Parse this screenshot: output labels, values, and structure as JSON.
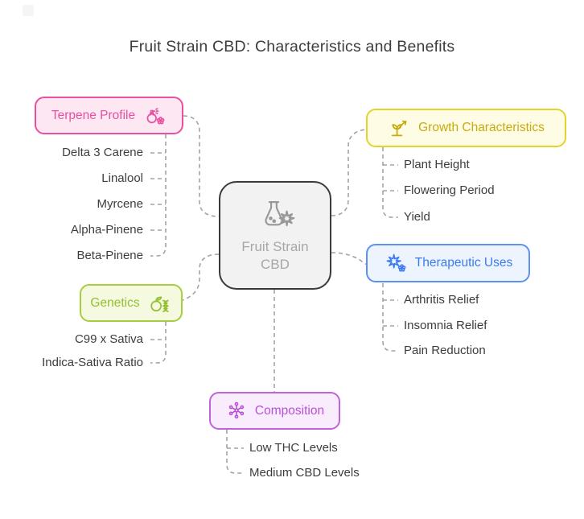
{
  "title": "Fruit Strain CBD: Characteristics and Benefits",
  "background": "#ffffff",
  "text_color": "#3d3d3d",
  "connector_color": "#a3a3a3",
  "center_node": {
    "label": "Fruit Strain CBD",
    "label_lines": [
      "Fruit Strain",
      "CBD"
    ],
    "icon": "flask-cannabis-icon",
    "colors": {
      "border": "#3a3a3a",
      "fill": "#f2f2f2",
      "text": "#a7a7a7",
      "icon": "#989898"
    }
  },
  "branches": [
    {
      "name": "terpene-profile",
      "label": "Terpene Profile",
      "icon": "perfume-spray-flower-icon",
      "side": "left",
      "colors": {
        "border": "#e7519f",
        "fill": "#fce7f3",
        "text": "#e7519f"
      },
      "items": [
        "Delta 3 Carene",
        "Linalool",
        "Myrcene",
        "Alpha-Pinene",
        "Beta-Pinene"
      ]
    },
    {
      "name": "growth-characteristics",
      "label": "Growth Characteristics",
      "icon": "plant-growth-arrow-icon",
      "side": "right",
      "colors": {
        "border": "#e3d42c",
        "fill": "#fefce5",
        "text": "#c7ab0e"
      },
      "items": [
        "Plant Height",
        "Flowering Period",
        "Yield"
      ]
    },
    {
      "name": "therapeutic-uses",
      "label": "Therapeutic Uses",
      "icon": "cannabis-leaf-flower-icon",
      "side": "right",
      "colors": {
        "border": "#5c90f5",
        "fill": "#edf4fe",
        "text": "#3b7af0"
      },
      "items": [
        "Arthritis Relief",
        "Insomnia Relief",
        "Pain Reduction"
      ]
    },
    {
      "name": "genetics",
      "label": "Genetics",
      "icon": "apple-dna-icon",
      "side": "left",
      "colors": {
        "border": "#a6ce41",
        "fill": "#f4f9df",
        "text": "#94c02f"
      },
      "items": [
        "C99 x Sativa",
        "Indica-Sativa Ratio"
      ]
    },
    {
      "name": "composition",
      "label": "Composition",
      "icon": "molecule-icon",
      "side": "bottom",
      "colors": {
        "border": "#bf63da",
        "fill": "#f9edfd",
        "text": "#ba4fd7"
      },
      "items": [
        "Low THC Levels",
        "Medium CBD Levels"
      ]
    }
  ]
}
